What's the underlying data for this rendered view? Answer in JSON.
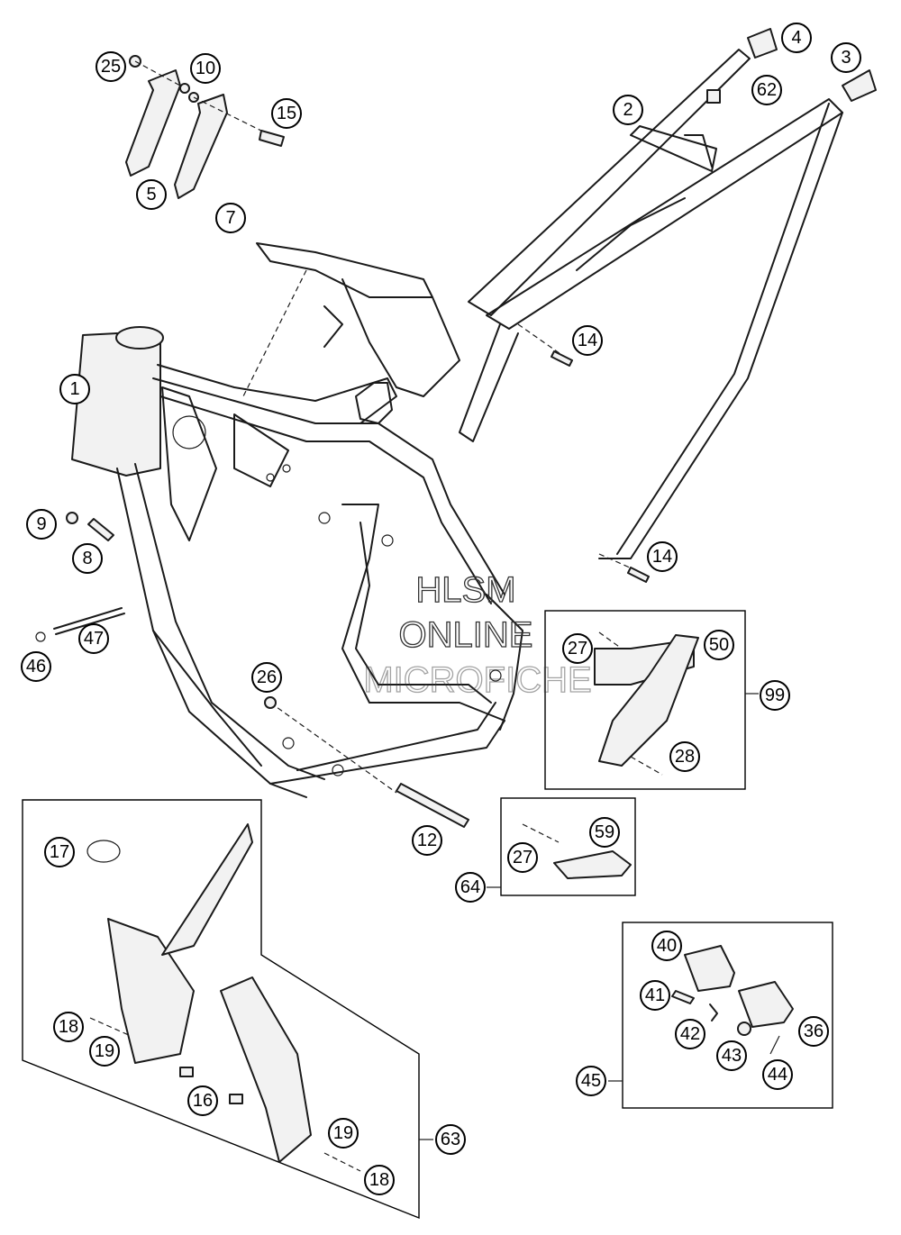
{
  "watermark": {
    "line1": "HLSM",
    "line2": "ONLINE",
    "line3": "MICROFICHE"
  },
  "callouts": {
    "c1": "1",
    "c2": "2",
    "c3": "3",
    "c4": "4",
    "c5": "5",
    "c7": "7",
    "c8": "8",
    "c9": "9",
    "c10": "10",
    "c12": "12",
    "c14a": "14",
    "c14b": "14",
    "c15": "15",
    "c16": "16",
    "c17": "17",
    "c18a": "18",
    "c18b": "18",
    "c19a": "19",
    "c19b": "19",
    "c25": "25",
    "c26": "26",
    "c27a": "27",
    "c27b": "27",
    "c28": "28",
    "c36": "36",
    "c40": "40",
    "c41": "41",
    "c42": "42",
    "c43": "43",
    "c44": "44",
    "c45": "45",
    "c46": "46",
    "c47": "47",
    "c50": "50",
    "c59": "59",
    "c62": "62",
    "c63": "63",
    "c64": "64",
    "c99": "99"
  }
}
